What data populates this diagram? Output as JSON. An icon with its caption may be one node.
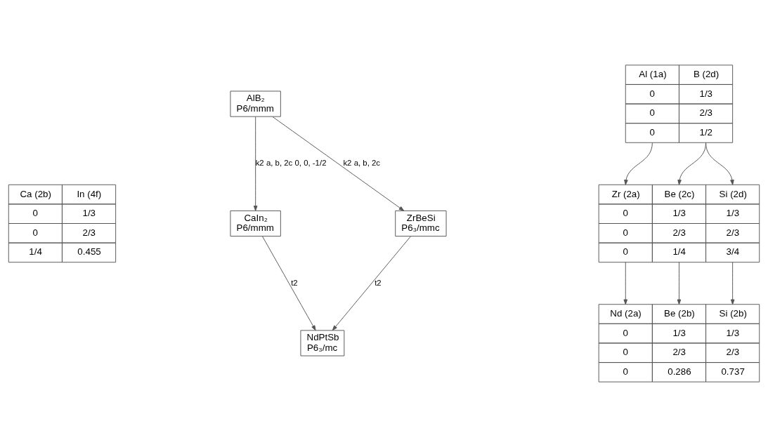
{
  "diagram": {
    "nodes": [
      {
        "text": [
          "AlB₂",
          "P6/mmm"
        ]
      },
      {
        "text": [
          "CaIn₂",
          "P6/mmm"
        ]
      },
      {
        "text": [
          "ZrBeSi",
          "P6₃/mmc"
        ]
      },
      {
        "text": [
          "NdPtSb",
          "P6₃/mc"
        ]
      },
      {
        "text": [
          "Ca (2b)",
          "In (4f)",
          "0",
          "1/3",
          "0",
          "2/3",
          "1/4",
          "0.455"
        ]
      },
      {
        "text": [
          "Al (1a)",
          "B (2d)",
          "0",
          "1/3",
          "0",
          "2/3",
          "0",
          "1/2"
        ]
      },
      {
        "text": [
          "Zr (2a)",
          "Be (2c)",
          "Si (2d)",
          "0",
          "1/3",
          "1/3",
          "0",
          "2/3",
          "2/3",
          "0",
          "1/4",
          "3/4"
        ]
      },
      {
        "text": [
          "Nd (2a)",
          "Be (2b)",
          "Si (2b)",
          "0",
          "1/3",
          "1/3",
          "0",
          "2/3",
          "2/3",
          "0",
          "0.286",
          "0.737"
        ]
      }
    ],
    "edges": [
      {
        "from": 0,
        "to": 1,
        "arrow": "to",
        "label": "k2 a, b, 2c 0, 0, -1/2"
      },
      {
        "from": 0,
        "to": 2,
        "arrow": "to",
        "label": "k2 a, b, 2c"
      },
      {
        "from": 1,
        "to": 3,
        "arrow": "to",
        "label": "t2"
      },
      {
        "from": 2,
        "to": 3,
        "arrow": "to",
        "label": "t2"
      },
      {
        "from": 5,
        "to": 6,
        "arrow": "to"
      },
      {
        "from": 5,
        "to": 6,
        "arrow": "to"
      },
      {
        "from": 5,
        "to": 6,
        "arrow": "to"
      },
      {
        "from": 6,
        "to": 7,
        "arrow": "to"
      },
      {
        "from": 6,
        "to": 7,
        "arrow": "to"
      },
      {
        "from": 6,
        "to": 7,
        "arrow": "to"
      }
    ]
  }
}
